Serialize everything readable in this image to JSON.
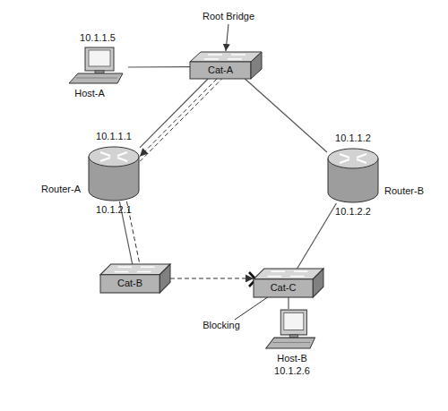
{
  "diagram": {
    "nodes": [
      {
        "text": [
          "10.1.1.5",
          "Host-A"
        ]
      },
      {
        "text": [
          "Cat-A"
        ]
      },
      {
        "text": [
          "10.1.1.1",
          "10.1.2.1",
          "Router-A"
        ]
      },
      {
        "text": [
          "10.1.1.2",
          "10.1.2.2",
          "Router-B"
        ]
      },
      {
        "text": [
          "Cat-B"
        ]
      },
      {
        "text": [
          "Cat-C"
        ]
      },
      {
        "text": [
          "Host-B",
          "10.1.2.6"
        ]
      }
    ],
    "edges": [
      {
        "from": 0,
        "to": 1,
        "arrow": "none"
      },
      {
        "from": 1,
        "to": 2,
        "arrow": "none"
      },
      {
        "from": 1,
        "to": 3,
        "arrow": "none"
      },
      {
        "from": 2,
        "to": 4,
        "arrow": "none"
      },
      {
        "from": 3,
        "to": 5,
        "arrow": "none"
      },
      {
        "from": 5,
        "to": 6,
        "arrow": "none"
      },
      {
        "from": 1,
        "to": 2,
        "arrow": "to"
      },
      {
        "from": 2,
        "to": 4,
        "arrow": "none"
      },
      {
        "from": 4,
        "to": 5,
        "arrow": "to"
      },
      {
        "from": 2,
        "to": 1,
        "arrow": "none"
      }
    ],
    "labels": [
      "Root Bridge",
      "Blocking"
    ]
  }
}
